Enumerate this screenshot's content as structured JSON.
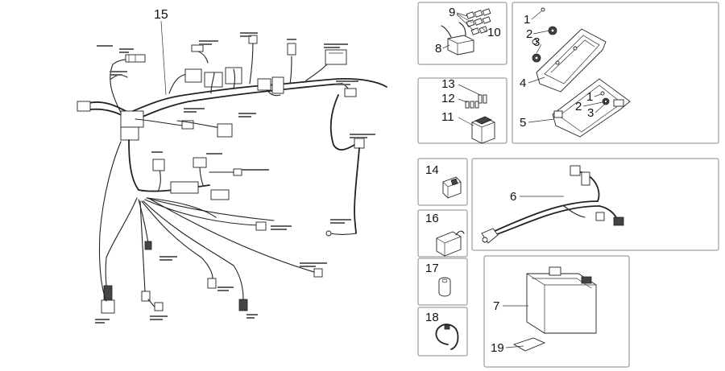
{
  "callouts": {
    "n1": "1",
    "n2": "2",
    "n3": "3",
    "n4": "4",
    "n5": "5",
    "n1b": "1",
    "n2b": "2",
    "n3b": "3",
    "n6": "6",
    "n7": "7",
    "n8": "8",
    "n9": "9",
    "n10": "10",
    "n11": "11",
    "n12": "12",
    "n13": "13",
    "n14": "14",
    "n15": "15",
    "n16": "16",
    "n17": "17",
    "n18": "18",
    "n19": "19"
  },
  "colors": {
    "line": "#222222",
    "frame": "#888888",
    "background": "#ffffff"
  }
}
